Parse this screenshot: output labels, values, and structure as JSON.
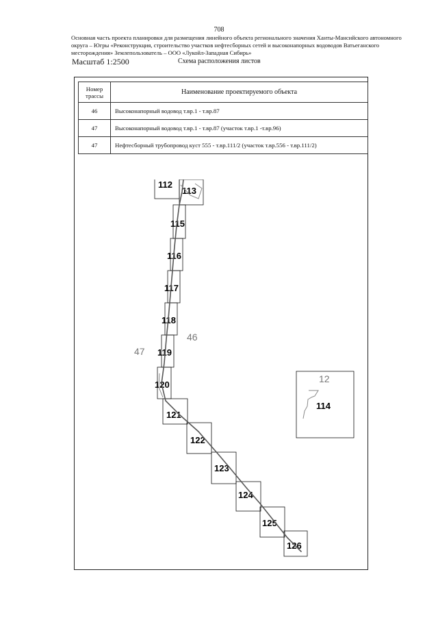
{
  "page_number": "708",
  "header_text": "Основная часть проекта планировки для размещения линейного объекта регионального значения Ханты-Мансийского автономного округа – Югры «Реконструкция, строительство участков нефтесборных сетей и высоконапорных водоводов Ватьеганского месторождения» Землепользователь – ООО «Лукойл-Западная Сибирь»",
  "scale_label": "Масштаб 1:2500",
  "scheme_title": "Схема расположения листов",
  "table": {
    "col_number": "Номер трассы",
    "col_name": "Наименование проектируемого объекта",
    "rows": [
      {
        "num": "46",
        "name": "Высоконапорный водовод т.вр.1 - т.вр.87"
      },
      {
        "num": "47",
        "name": "Высоконапорный водовод т.вр.1 - т.вр.87 (участок т.вр.1 -т.вр.96)"
      },
      {
        "num": "47",
        "name": "Нефтесборный трубопровод куст 555 - т.вр.111/2 (участок т.вр.556 - т.вр.111/2)"
      }
    ]
  },
  "map": {
    "sheets": [
      "112",
      "113",
      "115",
      "116",
      "117",
      "118",
      "119",
      "120",
      "121",
      "122",
      "123",
      "124",
      "125",
      "126",
      "114"
    ],
    "trace_labels": [
      "47",
      "46",
      "12"
    ]
  }
}
